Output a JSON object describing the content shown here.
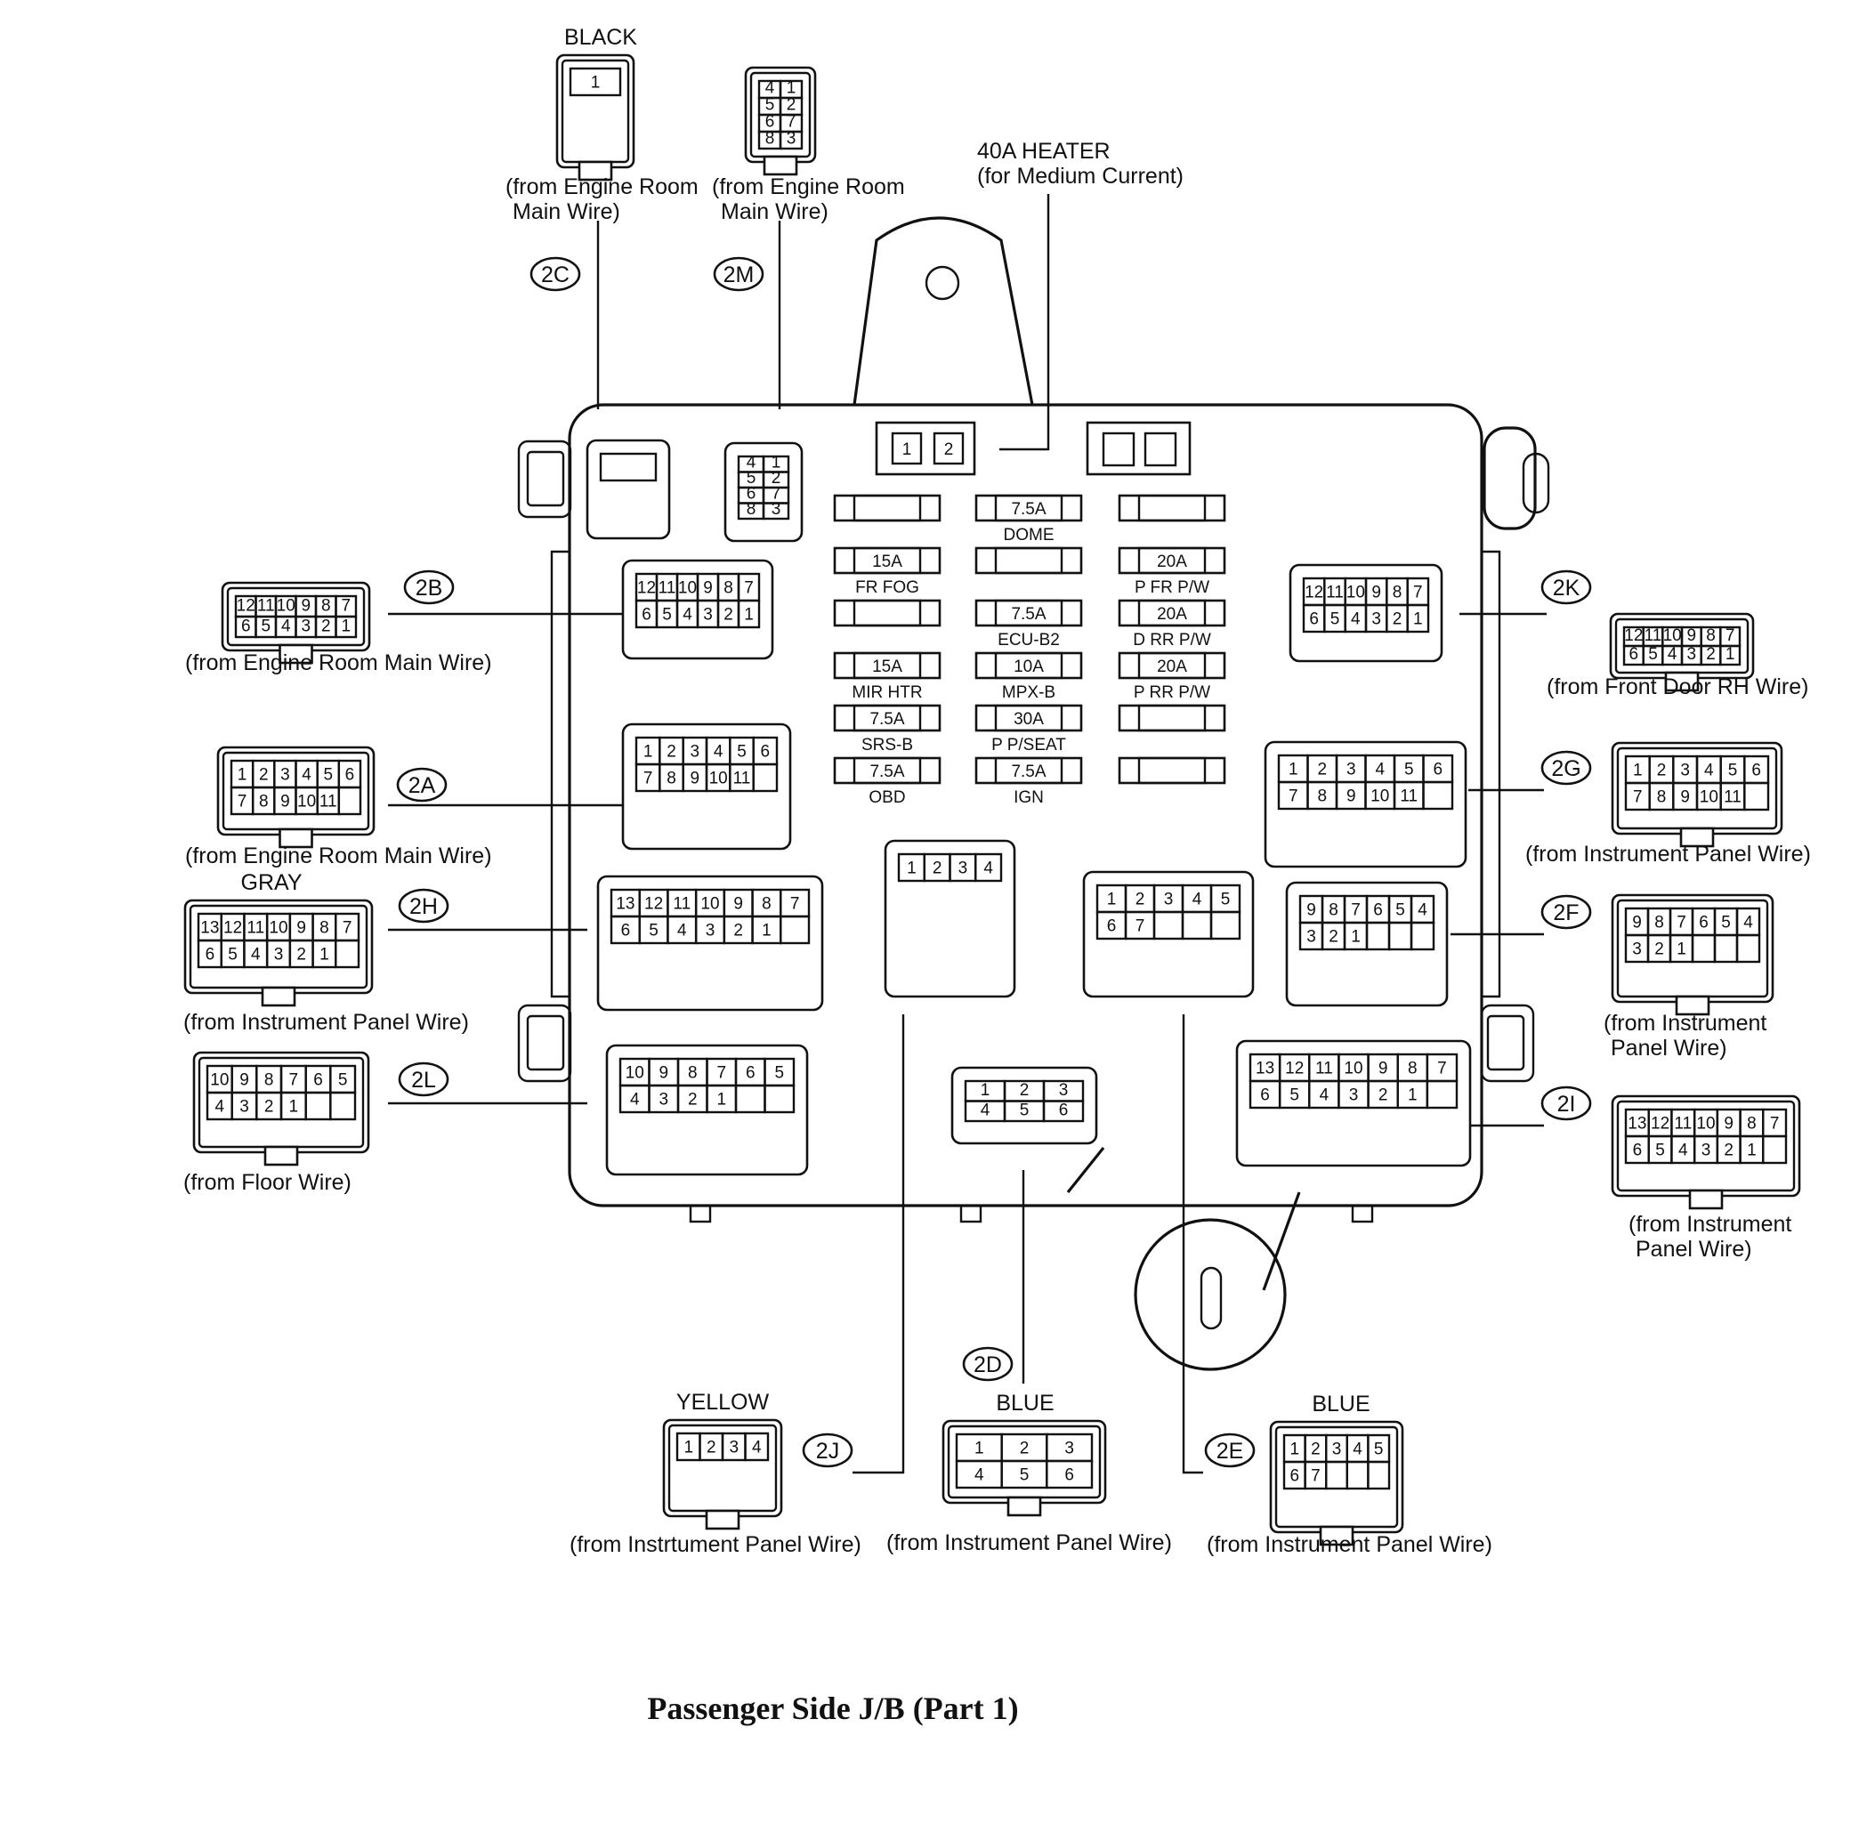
{
  "caption": "Passenger Side J/B (Part 1)",
  "heater": {
    "line1": "40A HEATER",
    "line2": "(for Medium Current)",
    "pins": [
      "1",
      "2"
    ]
  },
  "connectors": [
    {
      "id": "2C",
      "color": "BLACK",
      "from1": "(from Engine Room",
      "from2": "Main Wire)",
      "pins": [
        "1"
      ]
    },
    {
      "id": "2M",
      "color": "",
      "from1": "(from Engine Room",
      "from2": "Main Wire)",
      "pins": [
        "4",
        "1",
        "5",
        "2",
        "6",
        "7",
        "8",
        "3"
      ]
    },
    {
      "id": "2B",
      "color": "",
      "from1": "(from Engine Room Main Wire)",
      "from2": "",
      "pins": [
        "12",
        "11",
        "10",
        "9",
        "8",
        "7",
        "6",
        "5",
        "4",
        "3",
        "2",
        "1"
      ]
    },
    {
      "id": "2A",
      "color": "",
      "from1": "(from Engine Room Main Wire)",
      "from2": "",
      "pins": [
        "1",
        "2",
        "3",
        "4",
        "5",
        "6",
        "7",
        "8",
        "9",
        "10",
        "11"
      ]
    },
    {
      "id": "2H",
      "color": "GRAY",
      "from1": "(from Instrument Panel Wire)",
      "from2": "",
      "pins": [
        "13",
        "12",
        "11",
        "10",
        "9",
        "8",
        "7",
        "6",
        "5",
        "4",
        "3",
        "2",
        "1"
      ]
    },
    {
      "id": "2L",
      "color": "",
      "from1": "(from Floor Wire)",
      "from2": "",
      "pins": [
        "10",
        "9",
        "8",
        "7",
        "6",
        "5",
        "4",
        "3",
        "2",
        "1"
      ]
    },
    {
      "id": "2K",
      "color": "",
      "from1": "(from Front Door RH Wire)",
      "from2": "",
      "pins": [
        "12",
        "11",
        "10",
        "9",
        "8",
        "7",
        "6",
        "5",
        "4",
        "3",
        "2",
        "1"
      ]
    },
    {
      "id": "2G",
      "color": "",
      "from1": "(from Instrument Panel Wire)",
      "from2": "",
      "pins": [
        "1",
        "2",
        "3",
        "4",
        "5",
        "6",
        "7",
        "8",
        "9",
        "10",
        "11"
      ]
    },
    {
      "id": "2F",
      "color": "",
      "from1": "(from Instrument",
      "from2": "Panel Wire)",
      "pins": [
        "9",
        "8",
        "7",
        "6",
        "5",
        "4",
        "3",
        "2",
        "1"
      ]
    },
    {
      "id": "2I",
      "color": "",
      "from1": "(from Instrument",
      "from2": "Panel Wire)",
      "pins": [
        "13",
        "12",
        "11",
        "10",
        "9",
        "8",
        "7",
        "6",
        "5",
        "4",
        "3",
        "2",
        "1"
      ]
    },
    {
      "id": "2J",
      "color": "YELLOW",
      "from1": "(from Instrtument Panel Wire)",
      "from2": "",
      "pins": [
        "1",
        "2",
        "3",
        "4"
      ]
    },
    {
      "id": "2D",
      "color": "BLUE",
      "from1": "(from Instrument Panel Wire)",
      "from2": "",
      "pins": [
        "1",
        "2",
        "3",
        "4",
        "5",
        "6"
      ]
    },
    {
      "id": "2E",
      "color": "BLUE",
      "from1": "(from Instrument Panel Wire)",
      "from2": "",
      "pins": [
        "1",
        "2",
        "3",
        "4",
        "5",
        "6",
        "7"
      ]
    }
  ],
  "fuses": [
    {
      "amp": "",
      "name": ""
    },
    {
      "amp": "7.5A",
      "name": "DOME"
    },
    {
      "amp": "",
      "name": ""
    },
    {
      "amp": "15A",
      "name": "FR FOG"
    },
    {
      "amp": "",
      "name": ""
    },
    {
      "amp": "20A",
      "name": "P FR P/W"
    },
    {
      "amp": "",
      "name": ""
    },
    {
      "amp": "7.5A",
      "name": "ECU-B2"
    },
    {
      "amp": "20A",
      "name": "D RR P/W"
    },
    {
      "amp": "15A",
      "name": "MIR HTR"
    },
    {
      "amp": "10A",
      "name": "MPX-B"
    },
    {
      "amp": "20A",
      "name": "P RR P/W"
    },
    {
      "amp": "7.5A",
      "name": "SRS-B"
    },
    {
      "amp": "30A",
      "name": "P P/SEAT"
    },
    {
      "amp": "",
      "name": ""
    },
    {
      "amp": "7.5A",
      "name": "OBD"
    },
    {
      "amp": "7.5A",
      "name": "IGN"
    },
    {
      "amp": "",
      "name": ""
    }
  ]
}
